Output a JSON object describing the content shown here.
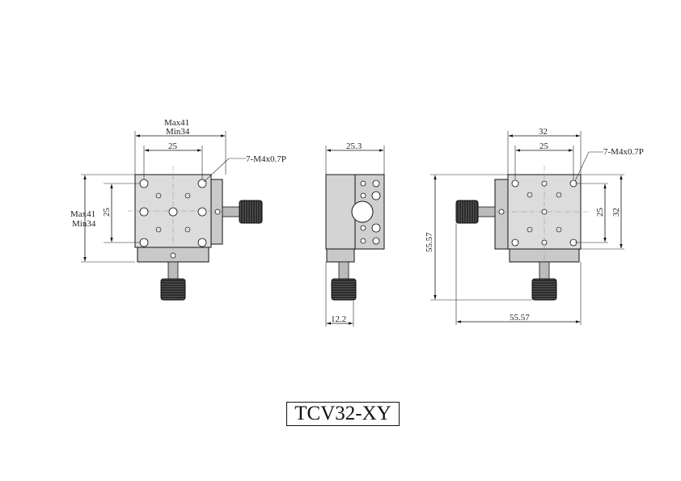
{
  "views": {
    "top": {
      "travel_max": "Max41",
      "travel_min": "Min34",
      "hole_spacing": "25",
      "thread_callout": "7-M4x0.7P",
      "travel_max_left": "Max41",
      "travel_min_left": "Min34",
      "hole_spacing_left": "25"
    },
    "side": {
      "width": "25.3",
      "offset": "12.2"
    },
    "bottom": {
      "spacing_top_outer": "32",
      "spacing_top_inner": "25",
      "thread_callout": "7-M4x0.7P",
      "height_left": "55.57",
      "width_bottom": "55.57",
      "spacing_right_inner": "25",
      "spacing_right_outer": "32"
    }
  },
  "title": "TCV32-XY"
}
